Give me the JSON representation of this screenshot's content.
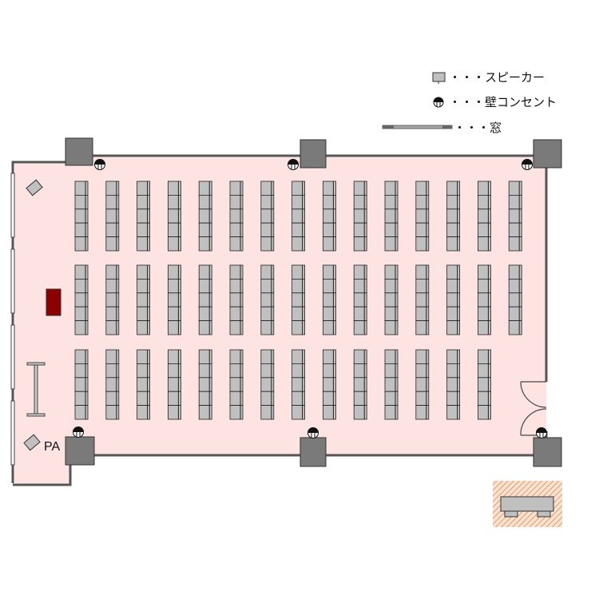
{
  "legend": {
    "speaker_label": "・・・スピーカー",
    "outlet_label": "・・・壁コンセント",
    "window_label": "・・・窓"
  },
  "room": {
    "pa_label": "PA",
    "colors": {
      "floor": "#fde4e3",
      "wall": "#555555",
      "column": "#7a7a7a",
      "chair": "#c0c0c0",
      "podium": "#8b0000",
      "hatch": "#e8a070"
    }
  },
  "seating": {
    "rows_of_groups": [
      15,
      15,
      14
    ],
    "chairs_per_group": 5
  }
}
